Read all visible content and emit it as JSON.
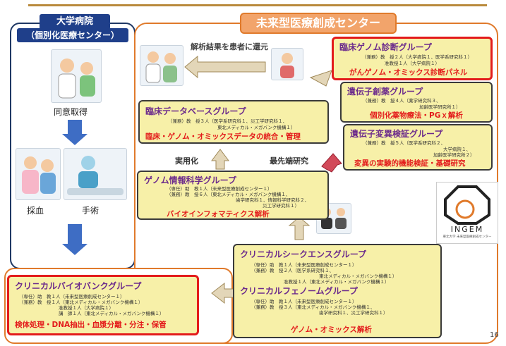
{
  "left_panel": {
    "title": "大学病院",
    "subtitle": "（個別化医療センター）",
    "consent": "同意取得",
    "blood": "採血",
    "surgery": "手術"
  },
  "center": {
    "title": "未来型医療創成センター"
  },
  "flow": {
    "return_label": "解析結果を患者に還元",
    "practical": "実用化",
    "cutting_edge": "最先端研究"
  },
  "groups": {
    "clinical_genome": {
      "title": "臨床ゲノム診断グループ",
      "members": [
        "（兼務）教　授２人（大学病院１、医学系研究科１）",
        "准教授１人（大学病院１）"
      ],
      "topic": "がんゲノム・オミックス診断パネル"
    },
    "gene_drug": {
      "title": "遺伝子創薬グループ",
      "members": [
        "（兼務）教　授４人（薬学研究科３、",
        "加齢医学研究所１）"
      ],
      "topic": "個別化薬物療法・PGｘ解析"
    },
    "gene_variant": {
      "title": "遺伝子変異検証グループ",
      "members": [
        "（兼務）教　授５人（医学系研究科２、",
        "大学病院１、",
        "加齢医学研究所２）"
      ],
      "topic": "変異の実験的機能検証・基礎研究"
    },
    "clinical_db": {
      "title": "臨床データベースグループ",
      "members": [
        "（兼務）教　授３人（医学系研究科１、災工学研究科１、",
        "東北メディカル・メガバンク機構１）"
      ],
      "topic": "臨床・ゲノム・オミックスデータの統合・管理"
    },
    "genome_info": {
      "title": "ゲノム情報科学グループ",
      "members": [
        "（専任）助　教１人（未来型医療創成センター１）",
        "（兼務）教　授６人（東北メディカル・メガバンク機構１、",
        "歯学研究科１、情報科学研究科２、",
        "災工学研究科１）"
      ],
      "topic": "バイオインフォマティクス解析"
    },
    "biobank": {
      "title": "クリニカルバイオバンクグループ",
      "members": [
        "（専任）助　教１人（未来型医療創成センター１）",
        "（兼務）教　授１人（東北メディカル・メガバンク機構１）",
        "准教授１人（大学病院１）",
        "講　師１人（東北メディカル・メガバンク機構１）"
      ],
      "topic": "検体処理・DNA抽出・血漿分離・分注・保管"
    },
    "sequence": {
      "title": "クリニカルシークエンスグループ",
      "members": [
        "（専任）助　教１人（未来型医療創成センター１）",
        "（兼務）教　授２人（医学系研究科１、",
        "東北メディカル・メガバンク機構１）",
        "准教授１人（東北メディカル・メガバンク機構１）"
      ]
    },
    "phenome": {
      "title": "クリニカルフェノームグループ",
      "members": [
        "（専任）助　教１人（未来型医療創成センター１）",
        "（兼務）教　授３人（東北メディカル・メガバンク機構１、",
        "歯学研究科１、災工学研究科１）"
      ],
      "topic": "ゲノム・オミックス解析"
    }
  },
  "logo": {
    "text": "INGEM",
    "sub": "東北大学 未来型医療創成センター"
  },
  "page_number": "16",
  "colors": {
    "accent_orange": "#e07a2b",
    "navy": "#1f3864",
    "box_fill": "#f7f0a8",
    "red": "#e31b1b",
    "purple": "#6b2a8c"
  }
}
